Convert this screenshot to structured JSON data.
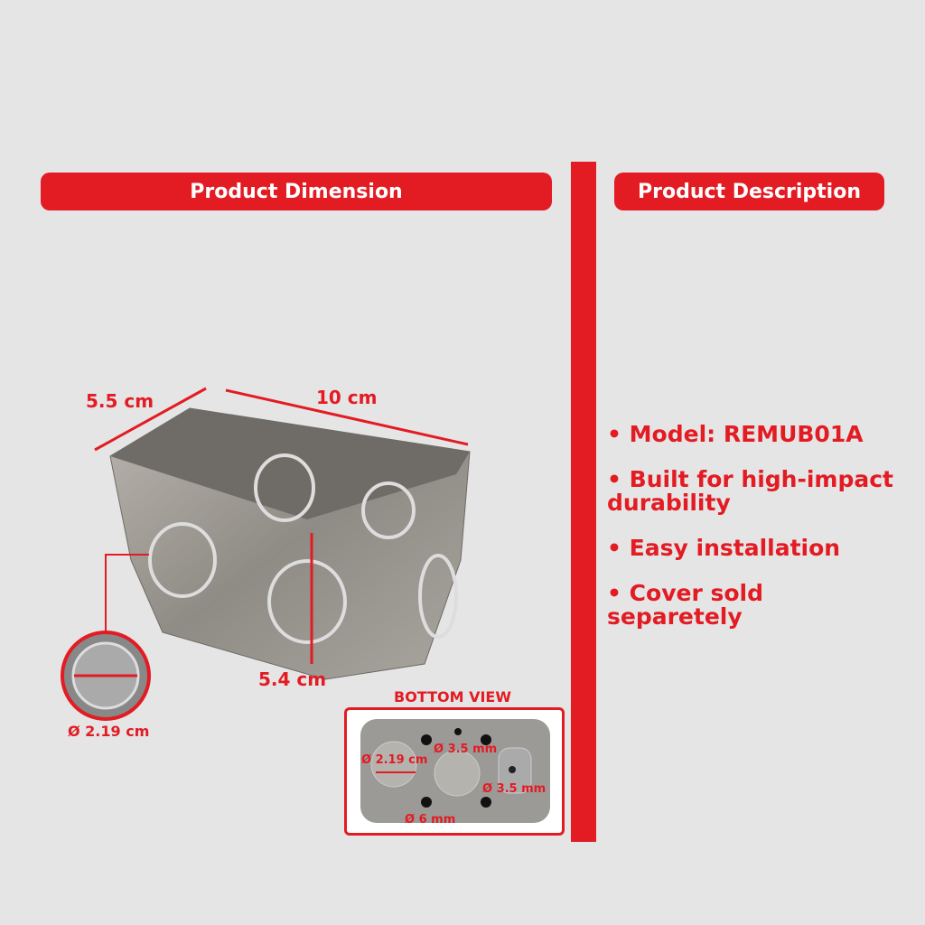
{
  "dimension_header": "Product Dimension",
  "description_header": "Product Description",
  "dimensions": {
    "width": "5.5 cm",
    "length": "10 cm",
    "height": "5.4 cm",
    "knockout_diameter": "Ø 2.19 cm"
  },
  "bottom_view": {
    "title": "BOTTOM VIEW",
    "label_knockout": "Ø 2.19 cm",
    "label_top_hole": "Ø 3.5 mm",
    "label_right_hole": "Ø 3.5 mm",
    "label_bottom_hole": "Ø 6 mm"
  },
  "description_items": [
    "• Model: REMUB01A",
    "• Built for high-impact durability",
    "• Easy installation",
    "• Cover sold separetely"
  ],
  "colors": {
    "accent": "#e31b23",
    "background": "#e5e5e5"
  }
}
